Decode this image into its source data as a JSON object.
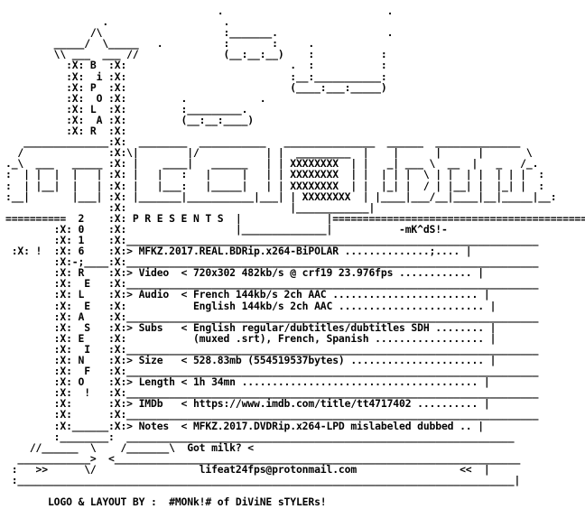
{
  "nfo": {
    "title": "MFKZ.2017.REAL.BDRip.x264-BiPOLAR",
    "group": "BiPOLAR",
    "video": "720x302 482kb/s @ crf19 23.976fps",
    "audio": [
      "French 144kb/s 2ch AAC",
      "English 144kb/s 2ch AAC"
    ],
    "subs": [
      "English regular/dubtitles/dubtitles SDH",
      "(muxed .srt), French, Spanish"
    ],
    "size": "528.83mb (554519537bytes)",
    "length": "1h 34mn",
    "imdb": "https://www.imdb.com/title/tt4717402",
    "notes": "MFKZ.2017.DVDRip.x264-LPD mislabeled dubbed",
    "got_milk": "Got milk?",
    "email": "lifeat24fps@protonmail.com",
    "credit": "LOGO & LAYOUT BY :  #MONk!# of DiViNE sTYLERs!",
    "artist_tag": "-mK^dS!-",
    "presents": "P R E S E N T S",
    "release_year": "2016"
  },
  "art_lines": [
    "                                   .                           .",
    "                .                   .                          ",
    "              /\\                    :_______.                  .",
    "        _____/  \\_____   .          :       :     .            ",
    "        \\\\ ___  ___ //              (__:__:__)    :           :",
    "          :X: B  :X:                           .  :           :",
    "          :X:  i :X:                           :__:___________:",
    "          :X: P  :X:                           (____:___:_____)",
    "          :X:  O :X:         .            .                  ",
    "          :X: L  :X:         :_________.                     ",
    "          :X:  A :X:         (__:__:____)                     ",
    "          :X: R  :X:                                          ",
    "   ______________:X:  ________  ___________   _______________  ______  ______________",
    "  /              :X:\\|        |/           | |  _________  |    |      |      |       \\",
    "._\\  ___   _____ :X: |    ____|   ______   | | XXXXXXXX  | |   _| ___ \\  __  |   _   /_.",
    ":  | |  |  |   | :X: |   |   :   |     |   | | XXXXXXXX  | |  | | |  \\ | |  | |  | | |  :",
    ":  | |__|  |   | :X: |   |___:   |_____|   | | XXXXXXXX  | |  |_| |  / | |__| |  |_| |  :",
    ":__|       |___| :X: |_______|___________|___| | XXXXXXXX  | |____|___/__|____|__|_____|__:",
    "                 :X:                           |____________|",
    "==========  2    :X: P R E S E N T S  |              |==========================================",
    "        :X: 0    :X:                  |______________|           -mK^dS!-",
    "        :X: 1    :X:____________________________________________________________________",
    " :X: !  :X: 6    :X:> MFKZ.2017.REAL.BDRip.x264-BiPOLAR ..............;.... |",
    "        :X:-;____:X:____________________________________________________________________",
    "        :X: R    :X:> Video  < 720x302 482kb/s @ crf19 23.976fps ............ |",
    "        :X:  E   :X:____________________________________________________________________",
    "        :X: L    :X:> Audio  < French 144kb/s 2ch AAC ........................ |",
    "        :X:  E   :X:           English 144kb/s 2ch AAC ........................ |",
    "        :X: A    :X:____________________________________________________________________",
    "        :X:  S   :X:> Subs   < English regular/dubtitles/dubtitles SDH ........ |",
    "        :X: E    :X:           (muxed .srt), French, Spanish .................. |",
    "        :X:  I   :X:____________________________________________________________________",
    "        :X: N    :X:> Size   < 528.83mb (554519537bytes) ...................... |",
    "        :X:  F   :X:____________________________________________________________________",
    "        :X: O    :X:> Length < 1h 34mn ....................................... |",
    "        :X:  !   :X:____________________________________________________________________",
    "        :X:      :X:> IMDb   < https://www.imdb.com/title/tt4717402 .......... |",
    "        :X:      :X:____________________________________________________________________",
    "        :X:______:X:> Notes  < MFKZ.2017.DVDRip.x264-LPD mislabeled dubbed .. |",
    "        :________:  ________________________________________________________________",
    "    //______  \\    /_______\\  Got milk? <",
    "  ____________>  <___________________________________________________________________",
    " :   >>      \\/                 lifeat24fps@protonmail.com                 <<  |",
    " :__________________________________________________________________________________|",
    "",
    "       LOGO & LAYOUT BY :  #MONk!# of DiViNE sTYLERs!"
  ]
}
